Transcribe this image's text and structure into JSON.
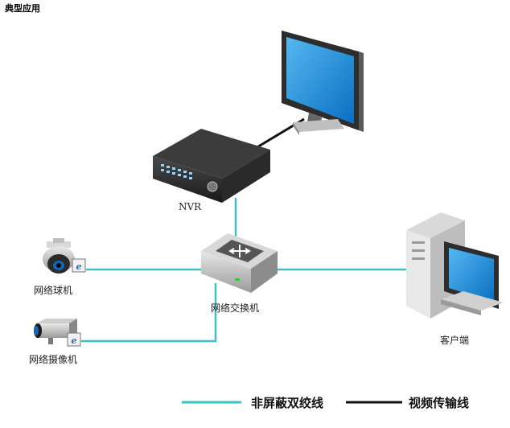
{
  "title": "典型应用",
  "labels": {
    "nvr": "NVR",
    "switch": "网络交换机",
    "dome": "网络球机",
    "camera": "网络摄像机",
    "client": "客户端"
  },
  "legend": {
    "utp": "非屏蔽双绞线",
    "video": "视频传输线"
  },
  "colors": {
    "utp_line": "#3cc0c4",
    "video_line": "#111111",
    "screen": "#1f8fd8"
  }
}
